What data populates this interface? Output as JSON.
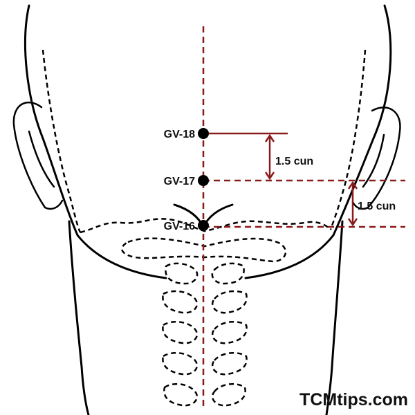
{
  "diagram": {
    "points": [
      {
        "id": "gv18",
        "label": "GV-18"
      },
      {
        "id": "gv17",
        "label": "GV-17"
      },
      {
        "id": "gv16",
        "label": "GV-16"
      }
    ],
    "measurements": [
      {
        "id": "upper",
        "label": "1.5 cun"
      },
      {
        "id": "lower",
        "label": "1.5 cun"
      }
    ],
    "brand": "TCMtips.com"
  },
  "colors": {
    "guide_line": "#8b1a1a",
    "outline": "#000000",
    "background": "#ffffff"
  }
}
